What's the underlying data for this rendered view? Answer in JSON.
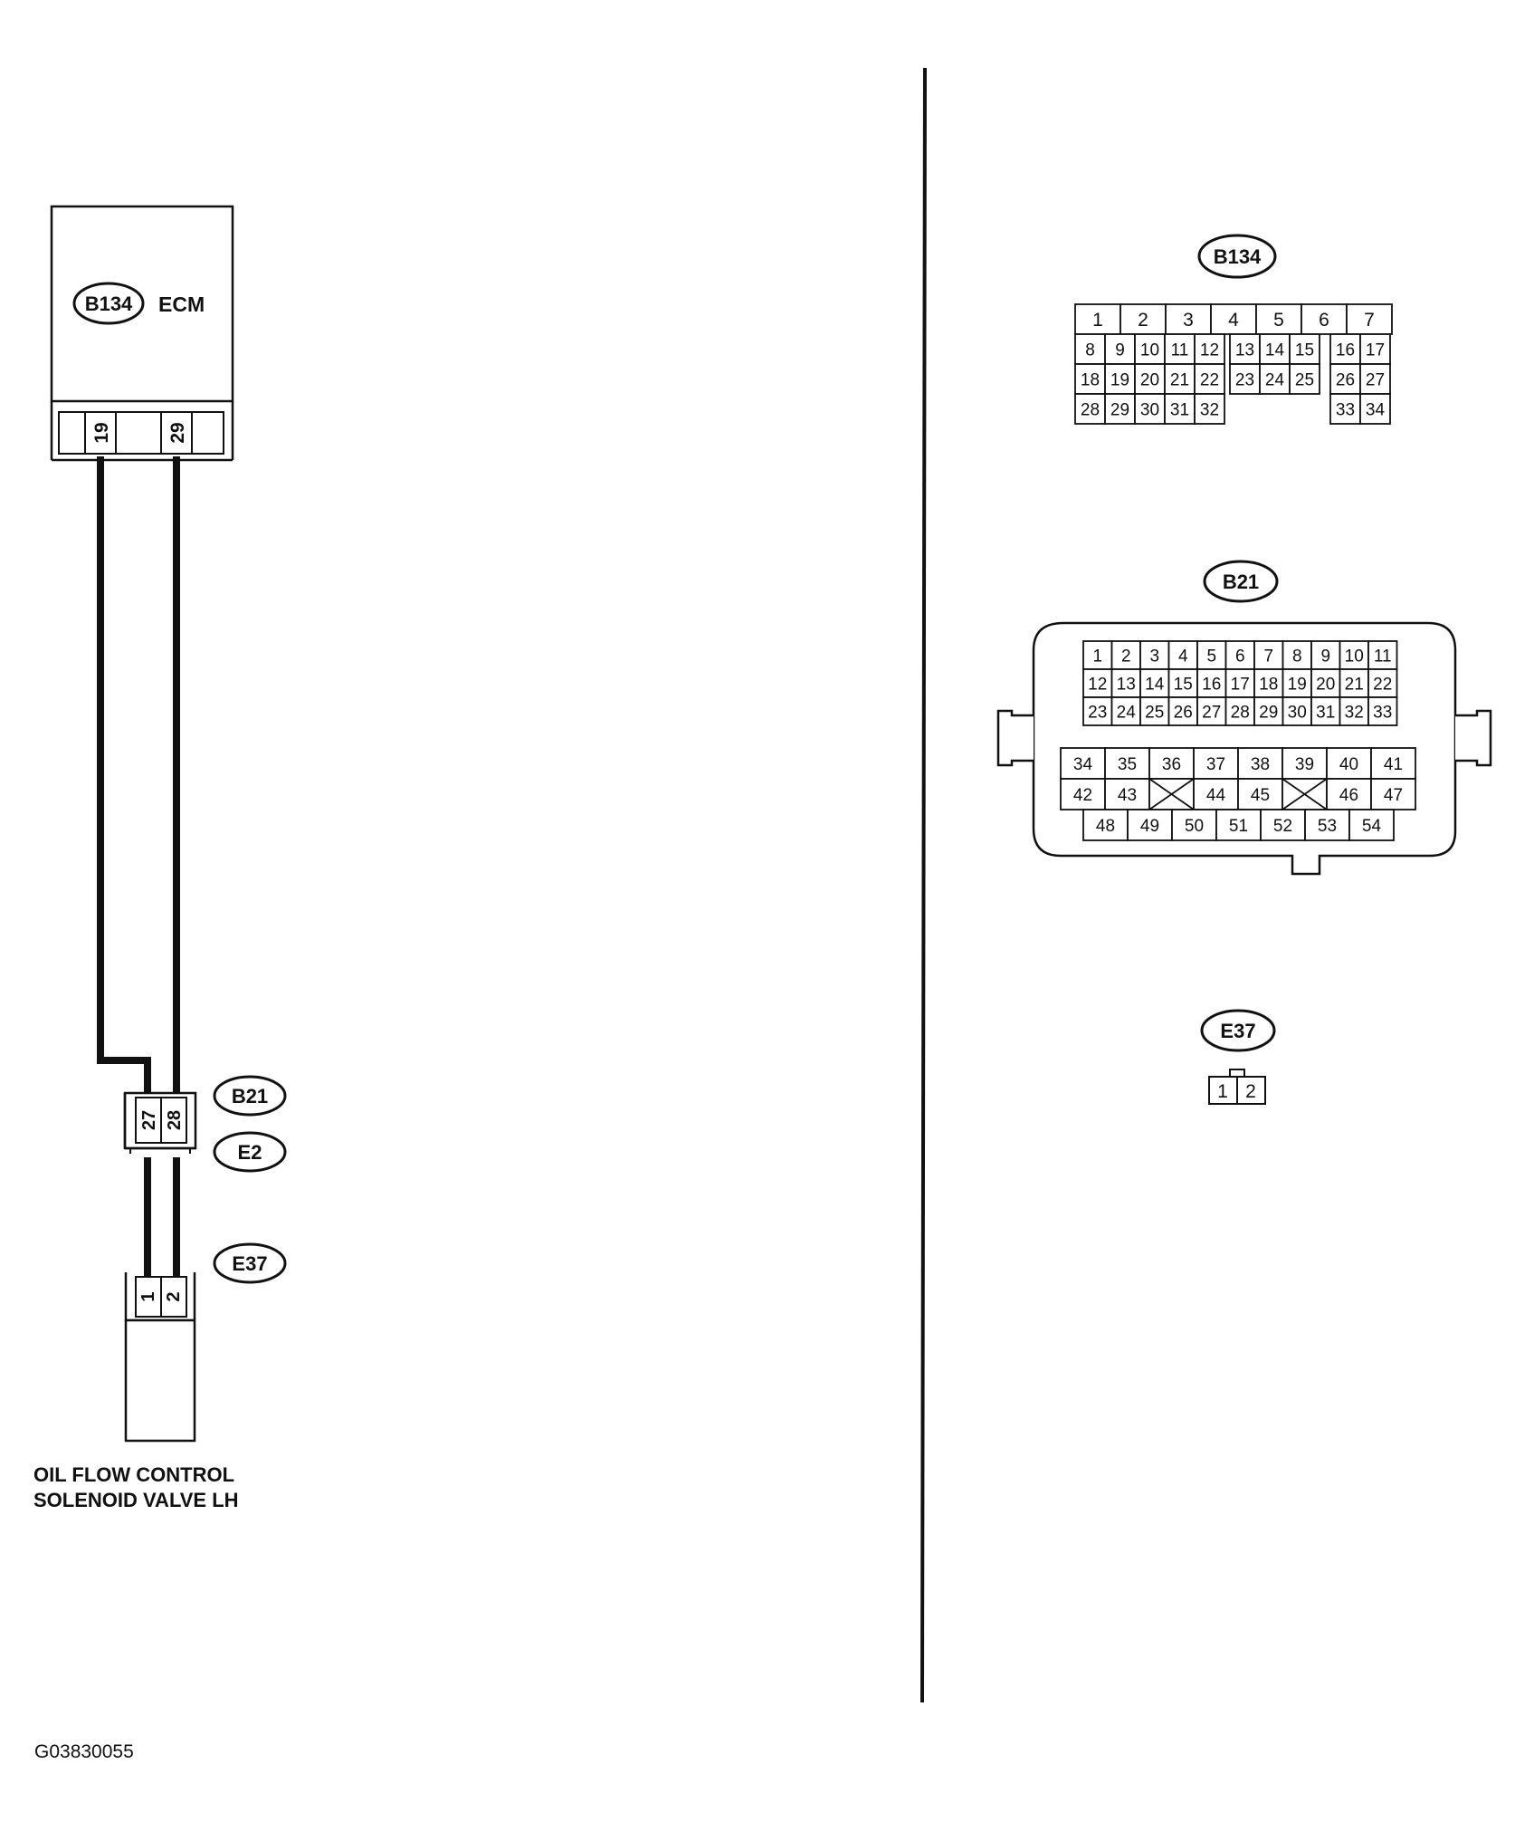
{
  "ecm": {
    "connector_tag": "B134",
    "name": "ECM",
    "pins": [
      "19",
      "29"
    ]
  },
  "junction": {
    "tag_top": "B21",
    "tag_bottom": "E2",
    "pins": [
      "27",
      "28"
    ]
  },
  "solenoid": {
    "connector_tag": "E37",
    "pins": [
      "1",
      "2"
    ],
    "label_line1": "OIL FLOW CONTROL",
    "label_line2": "SOLENOID VALVE LH"
  },
  "connector_views": {
    "b134": {
      "tag": "B134",
      "row1": [
        "1",
        "2",
        "3",
        "4",
        "5",
        "6",
        "7"
      ],
      "row2": [
        "8",
        "9",
        "10",
        "11",
        "12",
        "13",
        "14",
        "15",
        "16",
        "17"
      ],
      "row3": [
        "18",
        "19",
        "20",
        "21",
        "22",
        "23",
        "24",
        "25",
        "26",
        "27"
      ],
      "row4": [
        "28",
        "29",
        "30",
        "31",
        "32",
        "33",
        "34"
      ]
    },
    "b21": {
      "tag": "B21",
      "top_row1": [
        "1",
        "2",
        "3",
        "4",
        "5",
        "6",
        "7",
        "8",
        "9",
        "10",
        "11"
      ],
      "top_row2": [
        "12",
        "13",
        "14",
        "15",
        "16",
        "17",
        "18",
        "19",
        "20",
        "21",
        "22"
      ],
      "top_row3": [
        "23",
        "24",
        "25",
        "26",
        "27",
        "28",
        "29",
        "30",
        "31",
        "32",
        "33"
      ],
      "bot_row1": [
        "34",
        "35",
        "36",
        "37",
        "38",
        "39",
        "40",
        "41"
      ],
      "bot_row2": [
        "42",
        "43",
        "",
        "44",
        "45",
        "",
        "46",
        "47"
      ],
      "bot_row3": [
        "48",
        "49",
        "50",
        "51",
        "52",
        "53",
        "54"
      ]
    },
    "e37": {
      "tag": "E37",
      "pins": [
        "1",
        "2"
      ]
    }
  },
  "figure_id": "G03830055"
}
